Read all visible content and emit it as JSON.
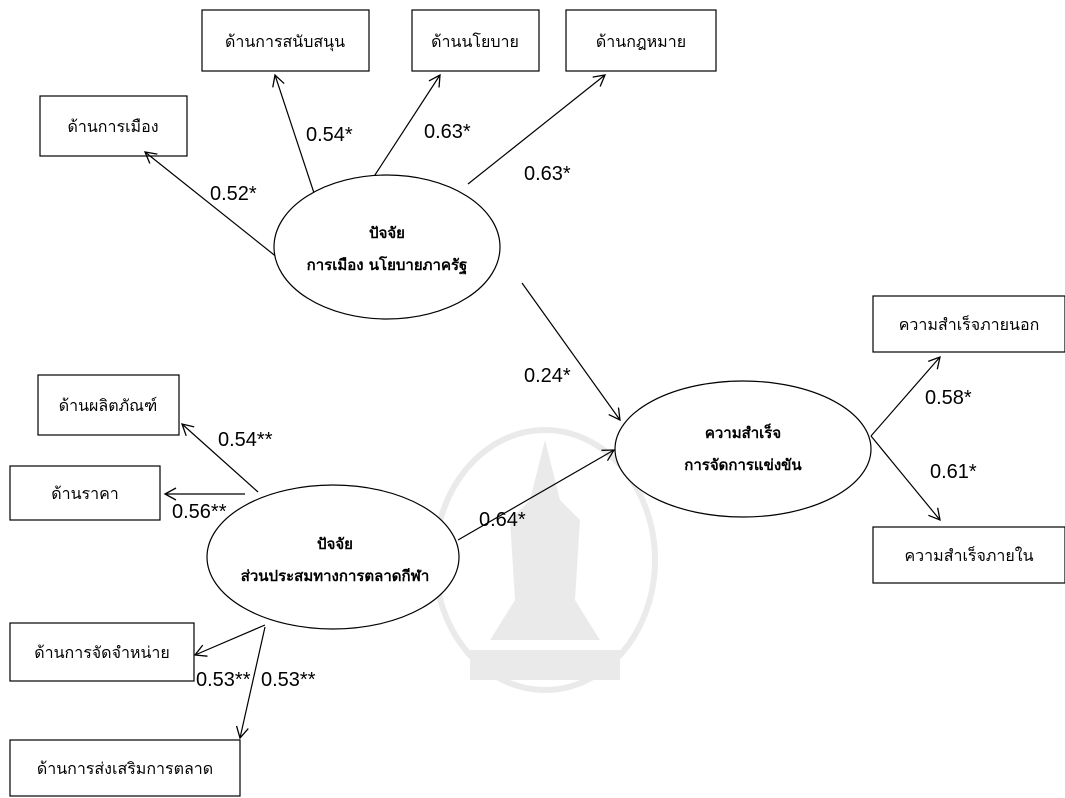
{
  "boxes": {
    "support": "ด้านการสนับสนุน",
    "policy": "ด้านนโยบาย",
    "law": "ด้านกฎหมาย",
    "politics": "ด้านการเมือง",
    "product": "ด้านผลิตภัณฑ์",
    "price": "ด้านราคา",
    "distribution": "ด้านการจัดจำหน่าย",
    "promotion": "ด้านการส่งเสริมการตลาด",
    "external": "ความสำเร็จภายนอก",
    "internal": "ความสำเร็จภายใน"
  },
  "latent": {
    "political": {
      "line1": "ปัจจัย",
      "line2": "การเมือง นโยบายภาครัฐ"
    },
    "marketing": {
      "line1": "ปัจจัย",
      "line2": "ส่วนประสมทางการตลาดกีฬา"
    },
    "success": {
      "line1": "ความสำเร็จ",
      "line2": "การจัดการแข่งขัน"
    }
  },
  "coefficients": {
    "politics": "0.52*",
    "support": "0.54*",
    "policy": "0.63*",
    "law": "0.63*",
    "political_to_success": "0.24*",
    "product": "0.54**",
    "price": "0.56**",
    "marketing_to_success": "0.64*",
    "distribution": "0.53**",
    "promotion": "0.53**",
    "external": "0.58*",
    "internal": "0.61*"
  }
}
